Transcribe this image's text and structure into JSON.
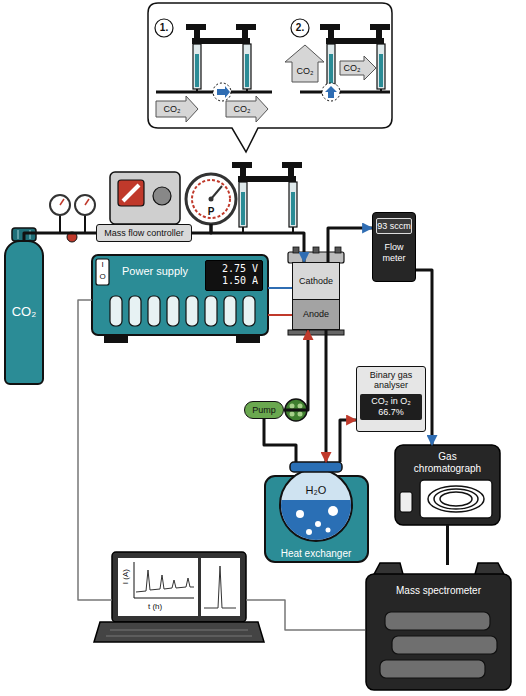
{
  "diagram": {
    "nodes": [
      {
        "text": [
          "CO₂"
        ]
      },
      {
        "text": [
          "Mass flow controller"
        ]
      },
      {
        "text": [
          "P"
        ]
      },
      {
        "text": [
          "Power supply"
        ]
      },
      {
        "text": [
          "2.75 V",
          "1.50 A"
        ],
        "in": 3
      },
      {
        "text": [
          "Cathode"
        ]
      },
      {
        "text": [
          "Anode"
        ]
      },
      {
        "text": [
          "93 sccm",
          "Flow meter"
        ]
      },
      {
        "text": [
          "Binary gas analyser",
          "CO₂ in O₂",
          "66.7%"
        ]
      },
      {
        "text": [
          "Pump"
        ]
      },
      {
        "text": [
          "H₂O",
          "Heat exchanger"
        ]
      },
      {
        "text": [
          "Gas chromatograph"
        ]
      },
      {
        "text": [
          "Mass spectrometer"
        ]
      },
      {
        "text": [
          "I (A)",
          "t (h)"
        ]
      }
    ],
    "edges": [
      {
        "from": 0,
        "to": 1,
        "arrow": "none"
      },
      {
        "from": 1,
        "to": 2,
        "arrow": "none"
      },
      {
        "from": 2,
        "to": 5,
        "arrow": "to"
      },
      {
        "from": 5,
        "to": 7,
        "arrow": "to"
      },
      {
        "from": 7,
        "to": 11,
        "arrow": "to"
      },
      {
        "from": 11,
        "to": 12,
        "arrow": "none"
      },
      {
        "from": 3,
        "to": 5,
        "arrow": "none"
      },
      {
        "from": 3,
        "to": 6,
        "arrow": "none"
      },
      {
        "from": 9,
        "to": 6,
        "arrow": "to"
      },
      {
        "from": 6,
        "to": 10,
        "arrow": "to"
      },
      {
        "from": 10,
        "to": 9,
        "arrow": "none"
      },
      {
        "from": 10,
        "to": 8,
        "arrow": "to"
      },
      {
        "from": 3,
        "to": 13,
        "arrow": "none"
      },
      {
        "from": 12,
        "to": 13,
        "arrow": "none"
      }
    ],
    "labels": [
      "1.",
      "CO₂",
      "CO₂",
      "2.",
      "CO₂",
      "CO₂",
      "I",
      "O"
    ]
  }
}
